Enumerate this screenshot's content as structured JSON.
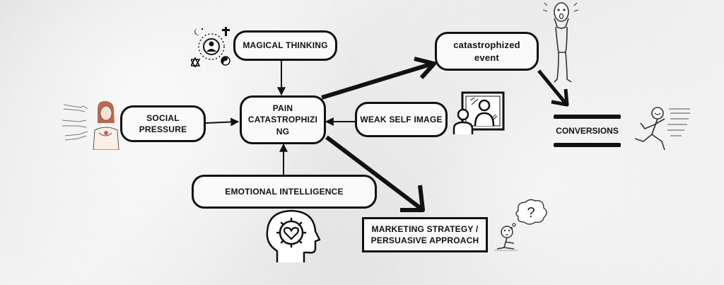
{
  "diagram": {
    "nodes": {
      "magical_thinking": "MAGICAL THINKING",
      "pain_catastrophizing": "PAIN\nCATASTROPHIZI\nNG",
      "social_pressure": "SOCIAL\nPRESSURE",
      "weak_self_image": "WEAK SELF IMAGE",
      "emotional_intelligence": "EMOTIONAL INTELLIGENCE",
      "catastrophized_event": "catastrophized\nevent",
      "marketing_strategy": "MARKETING STRATEGY /\nPERSUASIVE APPROACH",
      "conversions": "CONVERSIONS"
    },
    "question_mark": "?",
    "icons": [
      "religious-symbols-icon",
      "woman-pointed-at-icon",
      "mirror-reflection-icon",
      "heart-head-icon",
      "scared-stick-figure-icon",
      "thinking-stick-figure-icon",
      "running-stick-figure-icon"
    ],
    "colors": {
      "ink": "#111111",
      "node_fill": "#fafafa",
      "background": "#efefef",
      "hair": "#c0674a"
    }
  }
}
